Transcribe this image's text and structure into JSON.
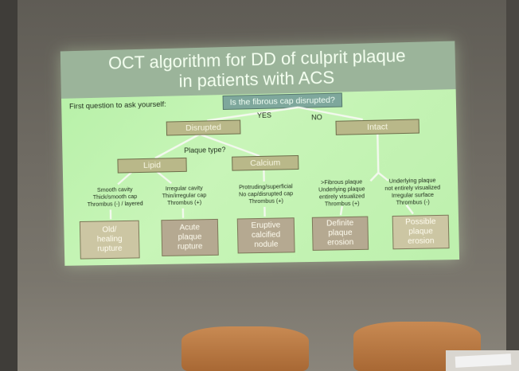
{
  "slide": {
    "title_line1": "OCT algorithm for DD of culprit plaque",
    "title_line2": "in patients with ACS",
    "first_question_label": "First question to ask yourself:",
    "first_question": "Is the fibrous cap disrupted?",
    "yes_label": "YES",
    "no_label": "NO",
    "disrupted": "Disrupted",
    "intact": "Intact",
    "plaque_type": "Plaque type?",
    "lipid": "Lipid",
    "calcium": "Calcium",
    "desc_1": [
      "Smooth cavity",
      "Thick/smooth cap",
      "Thrombus (-) / layered"
    ],
    "desc_2": [
      "Irregular cavity",
      "Thin/irregular cap",
      "Thrombus (+)"
    ],
    "desc_3": [
      "Protruding/superficial",
      "No cap/disrupted cap",
      "Thrombus (+)"
    ],
    "desc_4": [
      ">Fibrous plaque",
      "Underlying plaque",
      "entirely visualized",
      "Thrombus (+)"
    ],
    "desc_5": [
      "Underlying plaque",
      "not entirely visualized",
      "Irregular surface",
      "Thrombus (-)"
    ],
    "out_1": [
      "Old/",
      "healing",
      "rupture"
    ],
    "out_2": [
      "Acute",
      "plaque",
      "rupture"
    ],
    "out_3": [
      "Eruptive",
      "calcified",
      "nodule"
    ],
    "out_4": [
      "Definite",
      "plaque",
      "erosion"
    ],
    "out_5": [
      "Possible",
      "plaque",
      "erosion"
    ]
  }
}
